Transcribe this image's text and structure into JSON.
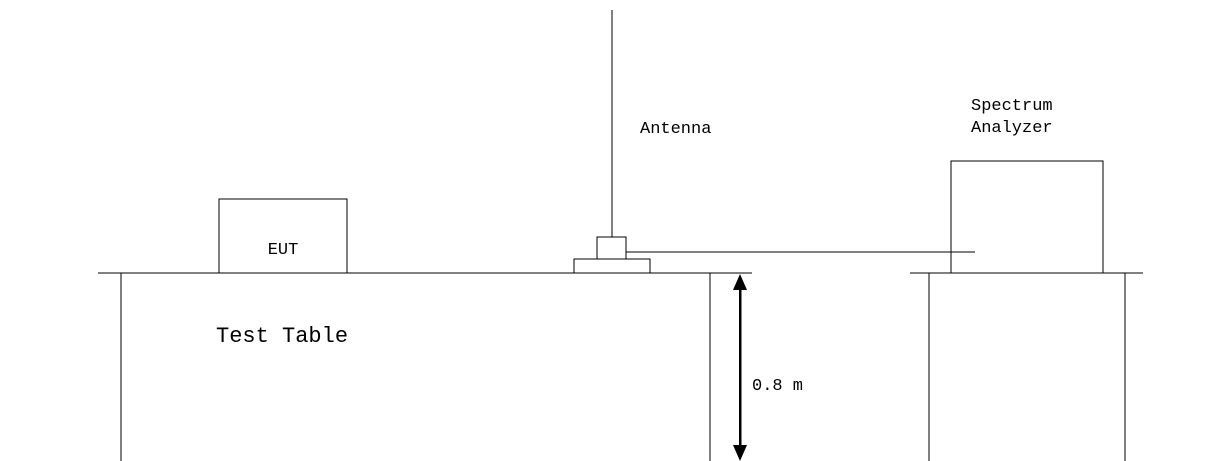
{
  "labels": {
    "antenna": "Antenna",
    "analyzer_line1": "Spectrum",
    "analyzer_line2": "Analyzer",
    "eut": "EUT",
    "test_table": "Test Table",
    "height": "0.8 m"
  },
  "colors": {
    "stroke": "#000000",
    "background": "#ffffff"
  }
}
